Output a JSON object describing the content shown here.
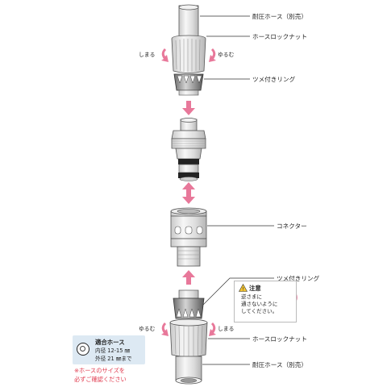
{
  "labels": {
    "hose_top": "耐圧ホース（別売）",
    "lock_nut_top": "ホースロックナット",
    "close_top": "しまる",
    "loosen_top": "ゆるむ",
    "ring_top": "ツメ付きリング",
    "connector": "コネクター",
    "ring_bottom": "ツメ付きリング",
    "loosen_bottom": "ゆるむ",
    "close_bottom": "しまる",
    "lock_nut_bottom": "ホースロックナット",
    "hose_bottom": "耐圧ホース（別売）"
  },
  "caution": {
    "title": "注意",
    "line1": "逆さまに",
    "line2": "通さないように",
    "line3": "してください。"
  },
  "hose_info": {
    "title": "適合ホース",
    "inner": "内径 12-15 ㎜",
    "outer": "外径 21 ㎜まで"
  },
  "note": {
    "line1": "※ホースのサイズを",
    "line2": "必ずご確認ください"
  },
  "colors": {
    "arrow_pink": "#e8789a",
    "note_red": "#e0394d",
    "info_bg": "#dde9f3",
    "caution_yellow": "#f4c430"
  }
}
